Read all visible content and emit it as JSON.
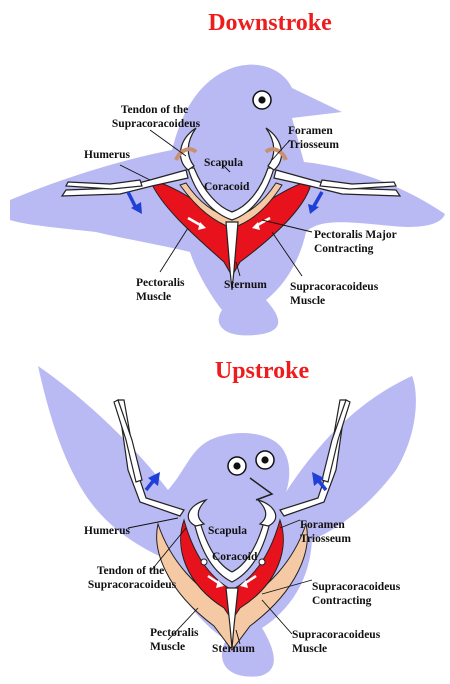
{
  "colors": {
    "title": "#ee1c1c",
    "body": "#b9b9f3",
    "muscle_red": "#e8121d",
    "muscle_tan": "#f5c9a3",
    "arrow_blue": "#1f3fd6",
    "bone": "#ffffff"
  },
  "downstroke": {
    "title": "Downstroke",
    "labels": {
      "tendon": [
        "Tendon of the",
        "Supracoracoideus"
      ],
      "foramen": [
        "Foramen",
        "Triosseum"
      ],
      "humerus": "Humerus",
      "scapula": "Scapula",
      "coracoid": "Coracoid",
      "pectoralis_major": [
        "Pectoralis Major",
        "Contracting"
      ],
      "pectoralis": [
        "Pectoralis",
        "Muscle"
      ],
      "sternum": "Sternum",
      "supracoracoideus": [
        "Supracoracoideus",
        "Muscle"
      ]
    }
  },
  "upstroke": {
    "title": "Upstroke",
    "labels": {
      "humerus": "Humerus",
      "scapula": "Scapula",
      "foramen": [
        "Foramen",
        "Triosseum"
      ],
      "coracoid": "Coracoid",
      "tendon": [
        "Tendon of the",
        "Supracoracoideus"
      ],
      "supra_contracting": [
        "Supracoracoideus",
        "Contracting"
      ],
      "pectoralis": [
        "Pectoralis",
        "Muscle"
      ],
      "sternum": "Sternum",
      "supracoracoideus": [
        "Supracoracoideus",
        "Muscle"
      ]
    }
  }
}
